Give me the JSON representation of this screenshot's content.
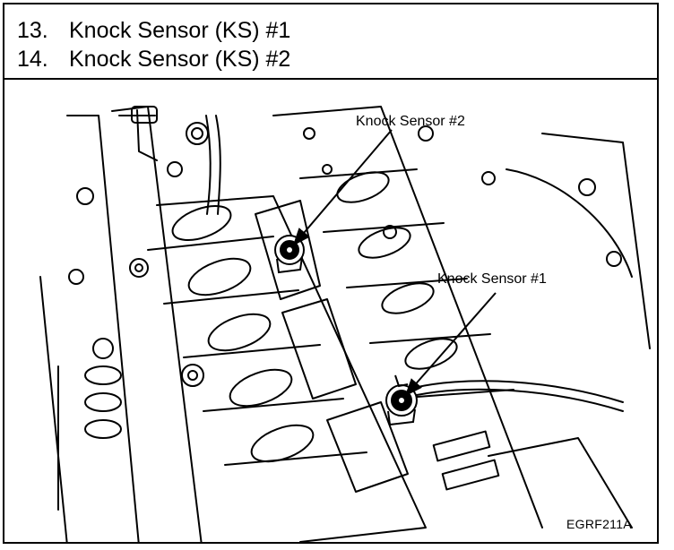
{
  "steps": [
    {
      "number": "13.",
      "text": "Knock Sensor (KS) #1"
    },
    {
      "number": "14.",
      "text": "Knock Sensor (KS) #2"
    }
  ],
  "diagram": {
    "callouts": {
      "sensor2": "Knock Sensor #2",
      "sensor1": "Knock Sensor #1"
    },
    "figure_code": "EGRF211A"
  },
  "colors": {
    "ink": "#000000",
    "paper": "#ffffff"
  }
}
